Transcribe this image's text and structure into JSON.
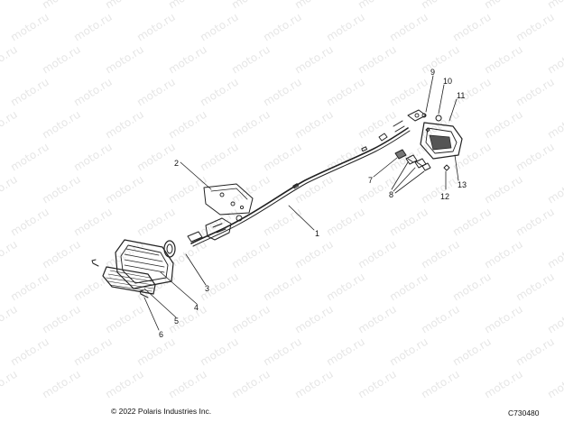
{
  "watermark_text": "moto.ru",
  "callouts": [
    "1",
    "2",
    "3",
    "4",
    "5",
    "6",
    "7",
    "8",
    "9",
    "10",
    "11",
    "12",
    "13"
  ],
  "copyright": "© 2022 Polaris Industries Inc.",
  "figure_id": "C730480"
}
